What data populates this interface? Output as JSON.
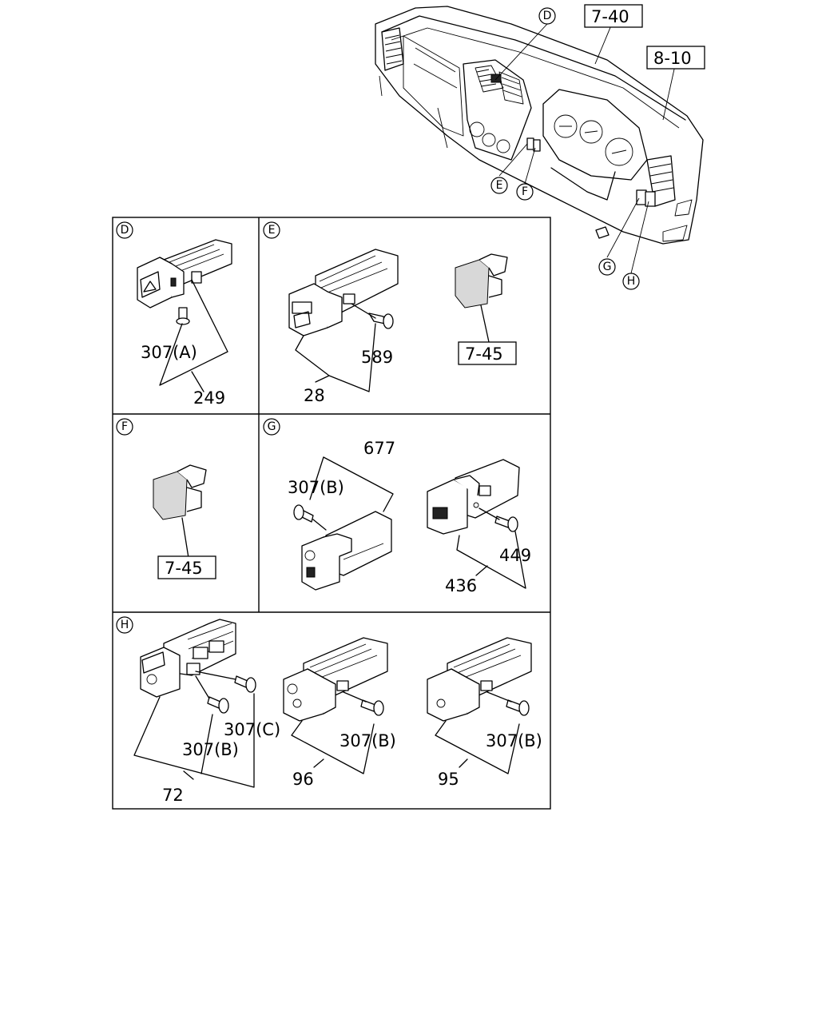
{
  "overview": {
    "ref_main": "7-40",
    "ref_side": "8-10",
    "callouts": [
      "D",
      "E",
      "F",
      "G",
      "H"
    ]
  },
  "panels": {
    "d": {
      "letter": "D",
      "parts": [
        "307(A)",
        "249"
      ]
    },
    "e": {
      "letter": "E",
      "parts": [
        "589",
        "28"
      ],
      "ref": "7-45"
    },
    "f": {
      "letter": "F",
      "ref": "7-45"
    },
    "g": {
      "letter": "G",
      "parts": [
        "677",
        "307(B)",
        "449",
        "436"
      ]
    },
    "h": {
      "letter": "H",
      "parts": [
        "307(C)",
        "307(B)",
        "72",
        "307(B)",
        "96",
        "307(B)",
        "95"
      ]
    }
  }
}
